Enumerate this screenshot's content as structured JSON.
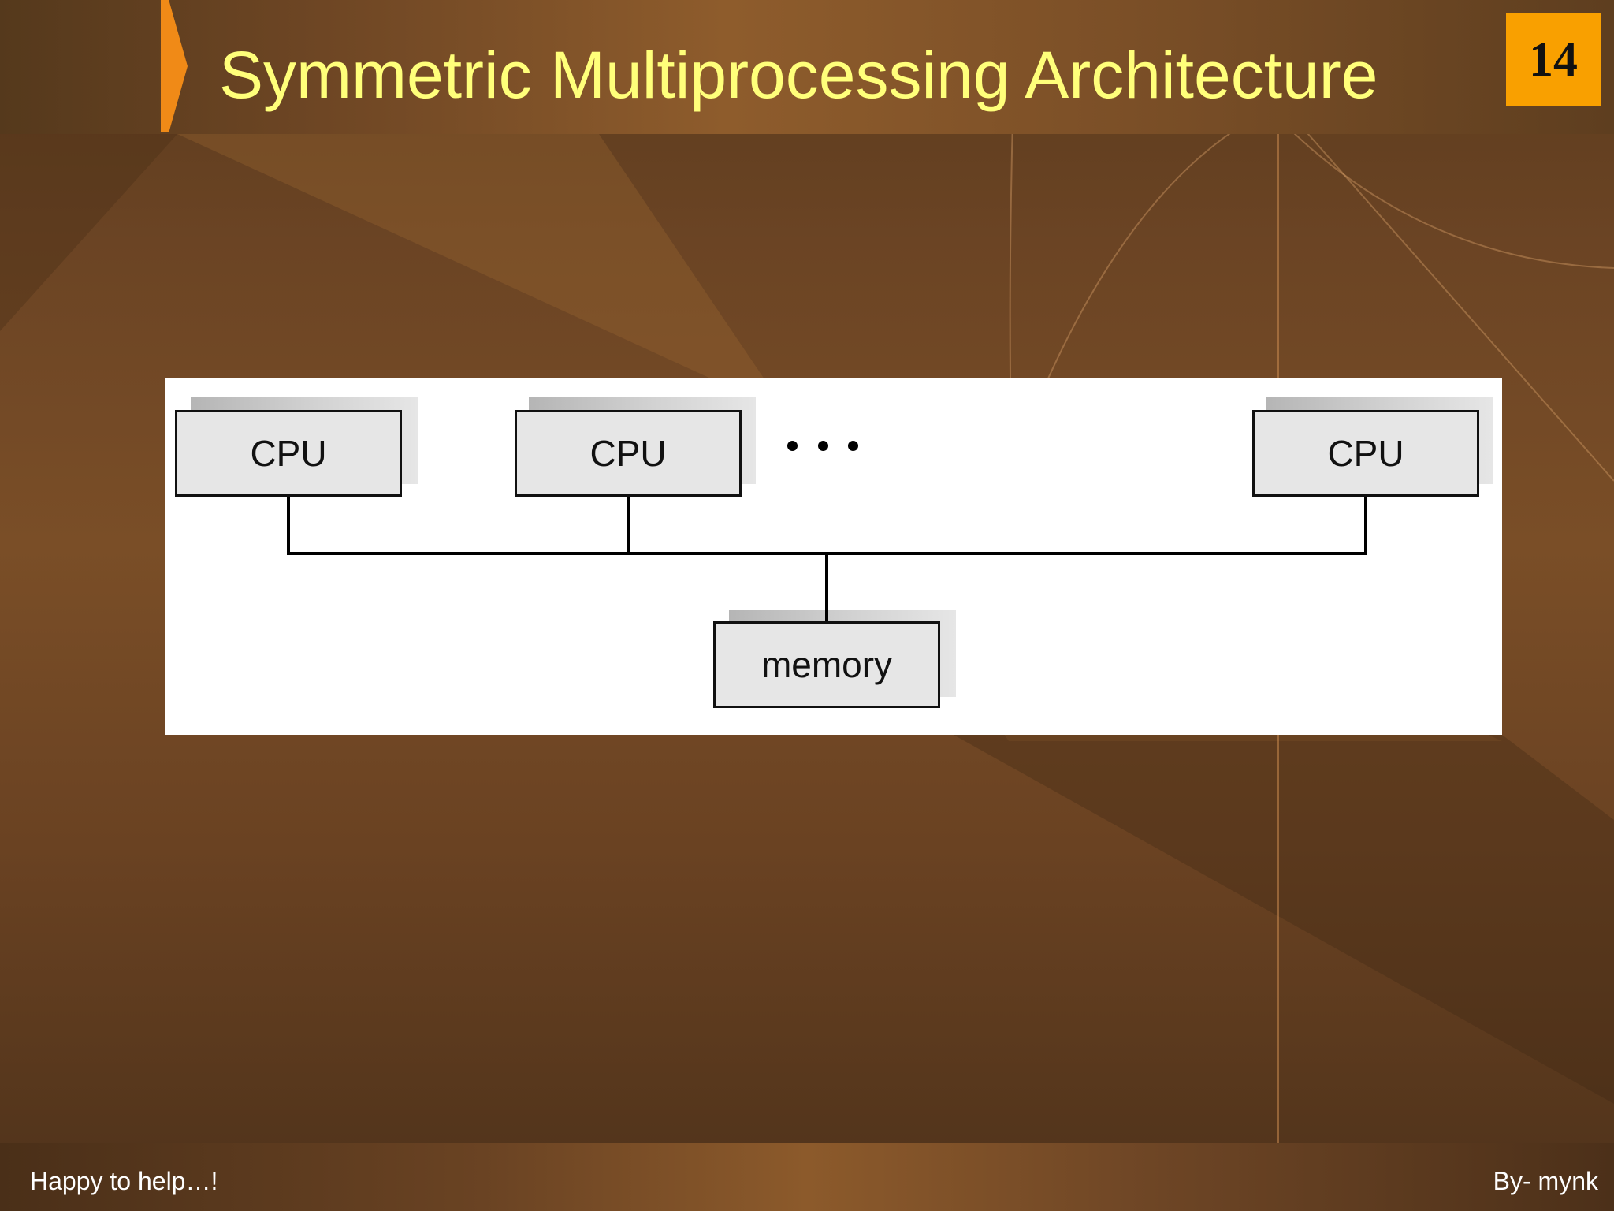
{
  "slide": {
    "title": "Symmetric Multiprocessing Architecture",
    "number": "14"
  },
  "diagram": {
    "processors": [
      {
        "label": "CPU"
      },
      {
        "label": "CPU"
      },
      {
        "label": "CPU"
      }
    ],
    "memory_label": "memory"
  },
  "footer": {
    "left": "Happy to help…!",
    "right": "By- mynk"
  },
  "colors": {
    "title_text": "#ffff7a",
    "title_marker": "#f08a17",
    "slide_number_bg": "#f9a000",
    "box_fill": "#e6e6e6",
    "diagram_bg": "#ffffff"
  }
}
